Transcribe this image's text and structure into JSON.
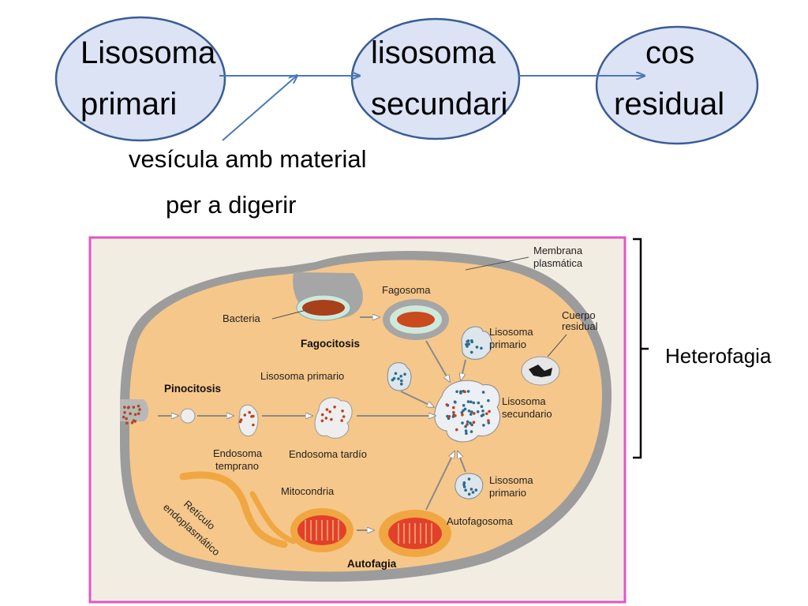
{
  "flow": {
    "node1": {
      "line1": "Lisosoma",
      "line2": "primari"
    },
    "node2": {
      "line1": "lisosoma",
      "line2": "secundari"
    },
    "node3": {
      "line1": "cos",
      "line2": "residual"
    },
    "input": {
      "line1": "vesícula amb material",
      "line2": "per a digerir"
    }
  },
  "colors": {
    "node_fill": "#dbe3f4",
    "node_stroke": "#3a5c96",
    "arrow": "#4a78b8",
    "frame": "#e056c8",
    "cytoplasm": "#f6c78a",
    "membrane": "#9c9c9c"
  },
  "diagram": {
    "membrana": {
      "line1": "Membrana",
      "line2": "plasmática"
    },
    "fagosoma": "Fagosoma",
    "bacteria": "Bacteria",
    "fagocitosis": "Fagocitosis",
    "cuerpo_residual": {
      "line1": "Cuerpo",
      "line2": "residual"
    },
    "lis_primario_top": {
      "line1": "Lisosoma",
      "line2": "primario"
    },
    "lis_primario_mid": "Lisosoma primario",
    "pinocitosis": "Pinocitosis",
    "lis_secundario": {
      "line1": "Lisosoma",
      "line2": "secundario"
    },
    "endosoma_temprano": {
      "line1": "Endosoma",
      "line2": "temprano"
    },
    "endosoma_tardio": "Endosoma tardío",
    "mitocondria": "Mitocondria",
    "lis_primario_bottom": {
      "line1": "Lisosoma",
      "line2": "primario"
    },
    "reticulo": {
      "line1": "Retículo",
      "line2": "endoplasmático"
    },
    "autofagosoma": "Autofagosoma",
    "autofagia": "Autofagia"
  },
  "bracket_label": "Heterofagia"
}
